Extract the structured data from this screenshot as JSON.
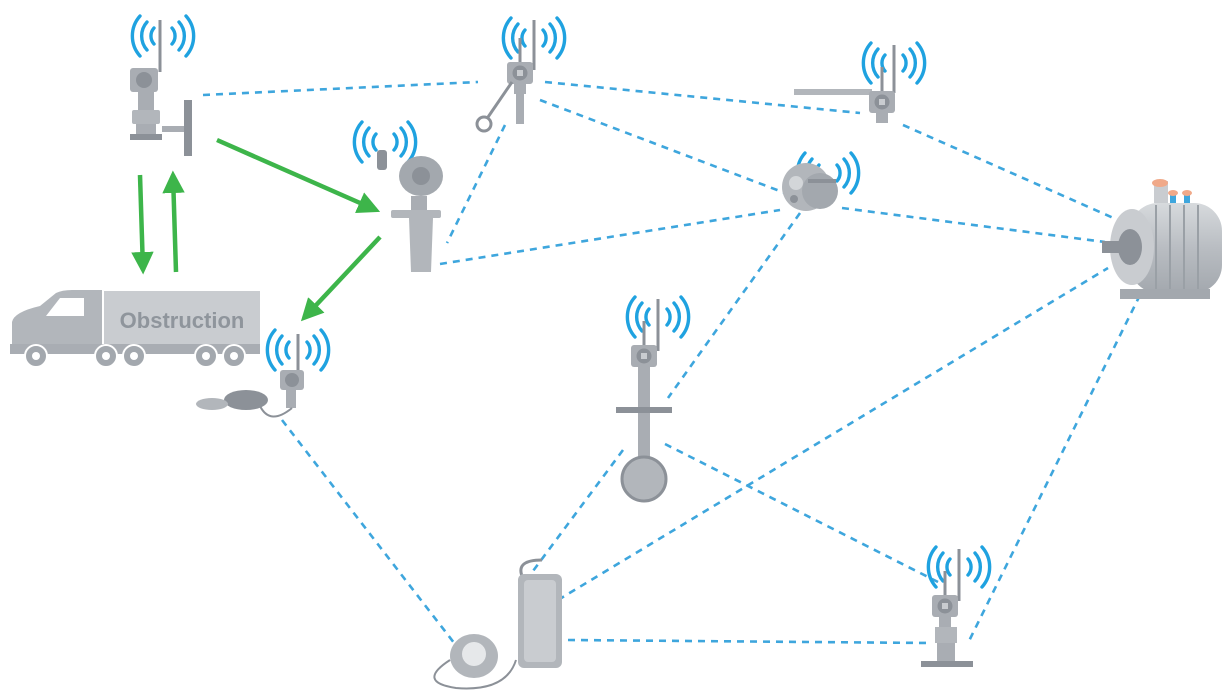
{
  "diagram": {
    "type": "wireless-mesh-network",
    "obstruction_label": "Obstruction",
    "colors": {
      "wireless_link": "#3ea6dd",
      "rerouted_path": "#3db54a",
      "wifi_waves": "#1fa2e0",
      "device_gray": "#a9adb3",
      "device_dark": "#8c9198",
      "truck_gray": "#c9ccd0"
    },
    "devices": [
      {
        "id": "pressure-transmitter-flange",
        "icon": "pressure-transmitter-icon"
      },
      {
        "id": "level-switch-transmitter",
        "icon": "level-switch-icon"
      },
      {
        "id": "temperature-transmitter-pipe",
        "icon": "temperature-transmitter-icon"
      },
      {
        "id": "radar-level-transmitter",
        "icon": "radar-level-icon"
      },
      {
        "id": "vibration-sensor",
        "icon": "vibration-sensor-icon"
      },
      {
        "id": "motor",
        "icon": "motor-icon"
      },
      {
        "id": "acoustic-transmitter",
        "icon": "acoustic-transmitter-icon"
      },
      {
        "id": "flow-transmitter",
        "icon": "flow-transmitter-icon"
      },
      {
        "id": "wireless-gateway",
        "icon": "gateway-icon"
      },
      {
        "id": "pressure-transmitter-bottom",
        "icon": "pressure-transmitter-icon"
      }
    ]
  }
}
